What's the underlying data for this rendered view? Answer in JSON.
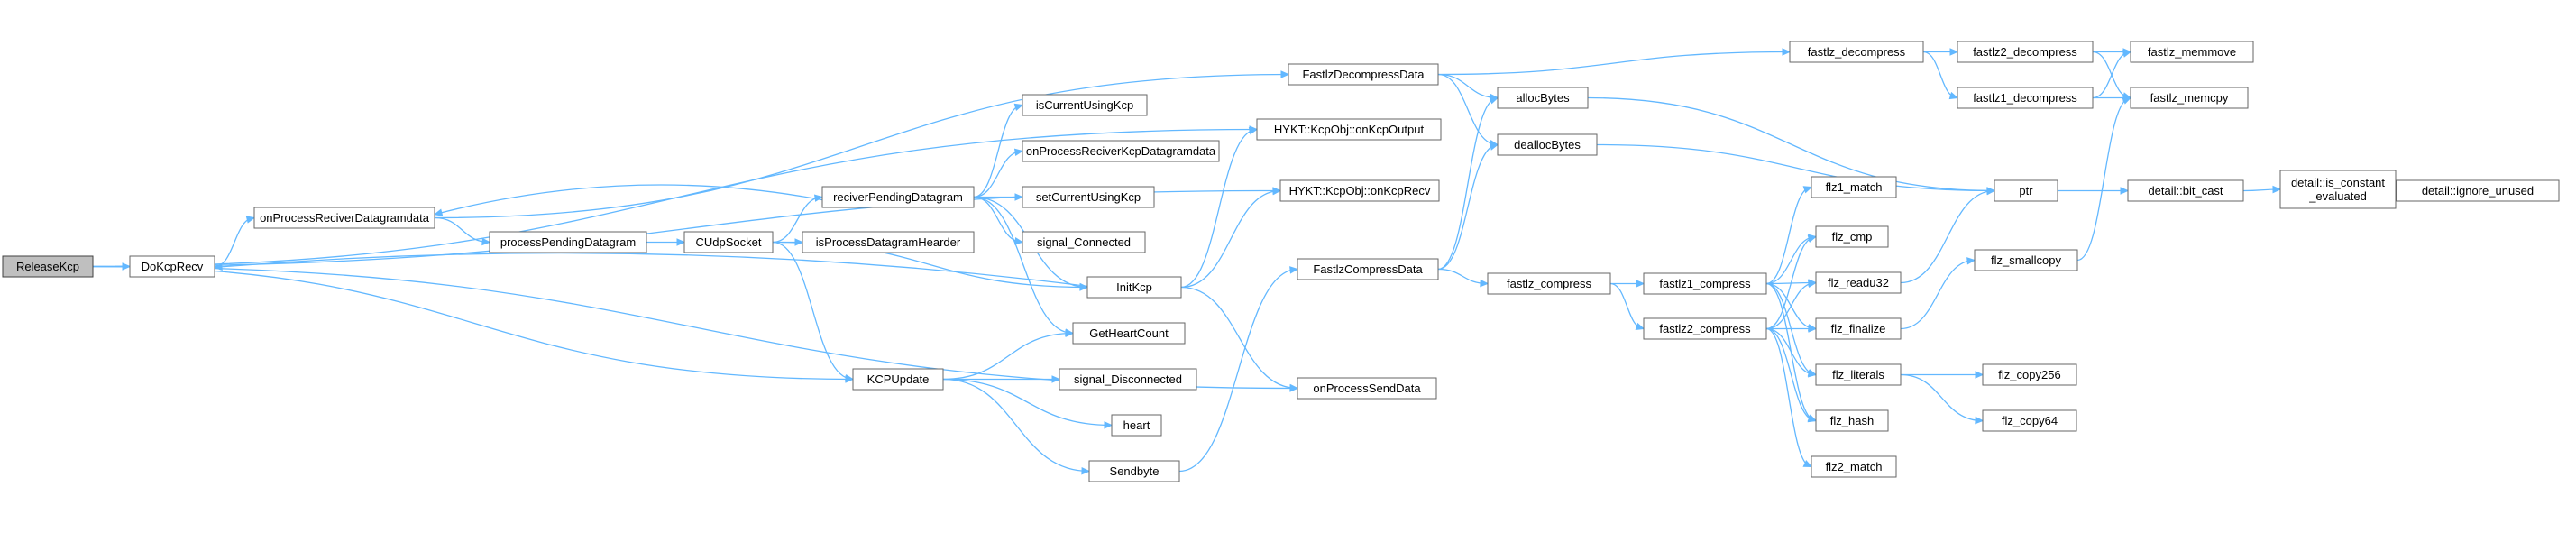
{
  "diagram": {
    "type": "call-graph",
    "colors": {
      "edge": "#63b8ff",
      "node_border": "#666666",
      "root_fill": "#bfbfbf",
      "background": "#ffffff"
    },
    "nodes": [
      {
        "id": "releasekcp",
        "label": "ReleaseKcp",
        "root": true
      },
      {
        "id": "dokcprecv",
        "label": "DoKcpRecv"
      },
      {
        "id": "onprocessreciverdatagramdata",
        "label": "onProcessReciverDatagramdata"
      },
      {
        "id": "processpendingdatagram",
        "label": "processPendingDatagram"
      },
      {
        "id": "cudpsocket",
        "label": "CUdpSocket"
      },
      {
        "id": "reciverpendingdatagram",
        "label": "reciverPendingDatagram"
      },
      {
        "id": "isprocessdatagramheader",
        "label": "isProcessDatagramHearder"
      },
      {
        "id": "kcpupdate",
        "label": "KCPUpdate"
      },
      {
        "id": "iscurrentusingkcp",
        "label": "isCurrentUsingKcp"
      },
      {
        "id": "onprocessreciverkcpdatagramdata",
        "label": "onProcessReciverKcpDatagramdata"
      },
      {
        "id": "setcurrentusingkcp",
        "label": "setCurrentUsingKcp"
      },
      {
        "id": "signal_connected",
        "label": "signal_Connected"
      },
      {
        "id": "initkcp",
        "label": "InitKcp"
      },
      {
        "id": "getheartcount",
        "label": "GetHeartCount"
      },
      {
        "id": "signal_disconnected",
        "label": "signal_Disconnected"
      },
      {
        "id": "heart",
        "label": "heart"
      },
      {
        "id": "sendbyte",
        "label": "Sendbyte"
      },
      {
        "id": "fastlzdecompressdata",
        "label": "FastlzDecompressData"
      },
      {
        "id": "onkcpoutput",
        "label": "HYKT::KcpObj::onKcpOutput"
      },
      {
        "id": "onkcprecv",
        "label": "HYKT::KcpObj::onKcpRecv"
      },
      {
        "id": "fastlzcompressdata",
        "label": "FastlzCompressData"
      },
      {
        "id": "onprocesssenddata",
        "label": "onProcessSendData"
      },
      {
        "id": "allocbytes",
        "label": "allocBytes"
      },
      {
        "id": "deallocbytes",
        "label": "deallocBytes"
      },
      {
        "id": "fastlz_decompress",
        "label": "fastlz_decompress"
      },
      {
        "id": "fastlz_compress",
        "label": "fastlz_compress"
      },
      {
        "id": "fastlz2_decompress",
        "label": "fastlz2_decompress"
      },
      {
        "id": "fastlz1_decompress",
        "label": "fastlz1_decompress"
      },
      {
        "id": "flz1_match",
        "label": "flz1_match"
      },
      {
        "id": "fastlz1_compress",
        "label": "fastlz1_compress"
      },
      {
        "id": "fastlz2_compress",
        "label": "fastlz2_compress"
      },
      {
        "id": "flz_cmp",
        "label": "flz_cmp"
      },
      {
        "id": "flz_readu32",
        "label": "flz_readu32"
      },
      {
        "id": "flz_finalize",
        "label": "flz_finalize"
      },
      {
        "id": "flz_literals",
        "label": "flz_literals"
      },
      {
        "id": "flz_hash",
        "label": "flz_hash"
      },
      {
        "id": "flz2_match",
        "label": "flz2_match"
      },
      {
        "id": "flz_smallcopy",
        "label": "flz_smallcopy"
      },
      {
        "id": "flz_copy256",
        "label": "flz_copy256"
      },
      {
        "id": "flz_copy64",
        "label": "flz_copy64"
      },
      {
        "id": "fastlz_memmove",
        "label": "fastlz_memmove"
      },
      {
        "id": "fastlz_memcpy",
        "label": "fastlz_memcpy"
      },
      {
        "id": "ptr",
        "label": "ptr"
      },
      {
        "id": "bit_cast",
        "label": "detail::bit_cast"
      },
      {
        "id": "is_constant_evaluated",
        "label": "detail::is_constant\n_evaluated"
      },
      {
        "id": "ignore_unused",
        "label": "detail::ignore_unused"
      }
    ],
    "edges": [
      [
        "releasekcp",
        "dokcprecv"
      ],
      [
        "releasekcp",
        "onkcpoutput"
      ],
      [
        "releasekcp",
        "onkcprecv"
      ],
      [
        "releasekcp",
        "kcpupdate"
      ],
      [
        "releasekcp",
        "onprocesssenddata"
      ],
      [
        "dokcprecv",
        "onprocessreciverdatagramdata"
      ],
      [
        "onprocessreciverdatagramdata",
        "processpendingdatagram"
      ],
      [
        "onprocessreciverdatagramdata",
        "fastlzdecompressdata"
      ],
      [
        "processpendingdatagram",
        "cudpsocket"
      ],
      [
        "cudpsocket",
        "reciverpendingdatagram"
      ],
      [
        "cudpsocket",
        "isprocessdatagramheader"
      ],
      [
        "cudpsocket",
        "initkcp"
      ],
      [
        "cudpsocket",
        "kcpupdate"
      ],
      [
        "reciverpendingdatagram",
        "onprocessreciverdatagramdata"
      ],
      [
        "reciverpendingdatagram",
        "iscurrentusingkcp"
      ],
      [
        "reciverpendingdatagram",
        "onprocessreciverkcpdatagramdata"
      ],
      [
        "reciverpendingdatagram",
        "setcurrentusingkcp"
      ],
      [
        "reciverpendingdatagram",
        "signal_connected"
      ],
      [
        "reciverpendingdatagram",
        "initkcp"
      ],
      [
        "reciverpendingdatagram",
        "getheartcount"
      ],
      [
        "initkcp",
        "dokcprecv"
      ],
      [
        "initkcp",
        "onkcpoutput"
      ],
      [
        "initkcp",
        "onkcprecv"
      ],
      [
        "initkcp",
        "onprocesssenddata"
      ],
      [
        "kcpupdate",
        "getheartcount"
      ],
      [
        "kcpupdate",
        "signal_disconnected"
      ],
      [
        "kcpupdate",
        "heart"
      ],
      [
        "kcpupdate",
        "sendbyte"
      ],
      [
        "sendbyte",
        "fastlzcompressdata"
      ],
      [
        "fastlzdecompressdata",
        "fastlz_decompress"
      ],
      [
        "fastlzdecompressdata",
        "allocbytes"
      ],
      [
        "fastlzdecompressdata",
        "deallocbytes"
      ],
      [
        "fastlzcompressdata",
        "allocbytes"
      ],
      [
        "fastlzcompressdata",
        "deallocbytes"
      ],
      [
        "fastlzcompressdata",
        "fastlz_compress"
      ],
      [
        "allocbytes",
        "ptr"
      ],
      [
        "deallocbytes",
        "ptr"
      ],
      [
        "fastlz_decompress",
        "fastlz2_decompress"
      ],
      [
        "fastlz_decompress",
        "fastlz1_decompress"
      ],
      [
        "fastlz2_decompress",
        "fastlz_memmove"
      ],
      [
        "fastlz2_decompress",
        "fastlz_memcpy"
      ],
      [
        "fastlz1_decompress",
        "fastlz_memmove"
      ],
      [
        "fastlz1_decompress",
        "fastlz_memcpy"
      ],
      [
        "fastlz_compress",
        "fastlz1_compress"
      ],
      [
        "fastlz_compress",
        "fastlz2_compress"
      ],
      [
        "fastlz1_compress",
        "flz1_match"
      ],
      [
        "fastlz1_compress",
        "flz_cmp"
      ],
      [
        "fastlz1_compress",
        "flz_readu32"
      ],
      [
        "fastlz1_compress",
        "flz_finalize"
      ],
      [
        "fastlz1_compress",
        "flz_literals"
      ],
      [
        "fastlz1_compress",
        "flz_hash"
      ],
      [
        "fastlz2_compress",
        "flz_cmp"
      ],
      [
        "fastlz2_compress",
        "flz_readu32"
      ],
      [
        "fastlz2_compress",
        "flz_finalize"
      ],
      [
        "fastlz2_compress",
        "flz_literals"
      ],
      [
        "fastlz2_compress",
        "flz_hash"
      ],
      [
        "fastlz2_compress",
        "flz2_match"
      ],
      [
        "flz_readu32",
        "ptr"
      ],
      [
        "flz_finalize",
        "flz_smallcopy"
      ],
      [
        "flz_literals",
        "flz_copy256"
      ],
      [
        "flz_literals",
        "flz_copy64"
      ],
      [
        "flz_smallcopy",
        "fastlz_memcpy"
      ],
      [
        "ptr",
        "bit_cast"
      ],
      [
        "bit_cast",
        "is_constant_evaluated"
      ],
      [
        "is_constant_evaluated",
        "ignore_unused"
      ]
    ]
  }
}
